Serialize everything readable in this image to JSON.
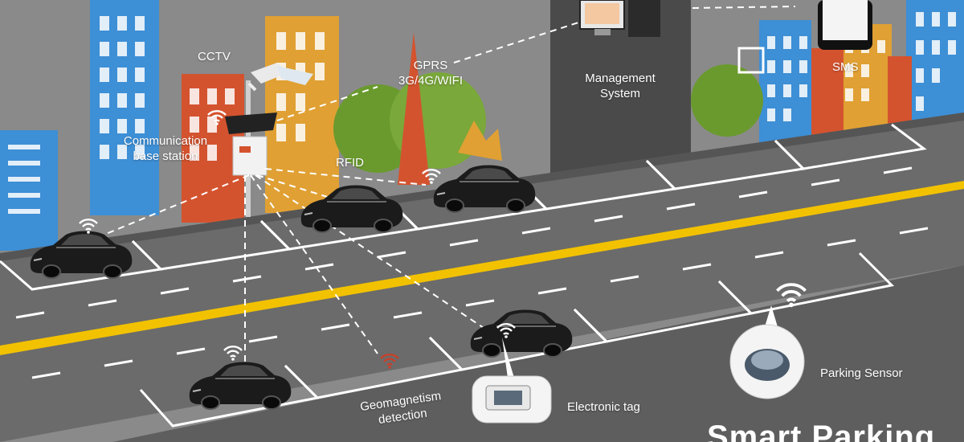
{
  "labels": {
    "cctv": "CCTV",
    "gprs_line1": "GPRS",
    "gprs_line2": "3G/4G/WIFI",
    "management_line1": "Management",
    "management_line2": "System",
    "sms": "SMS",
    "comm_line1": "Communication",
    "comm_line2": "base station",
    "rfid": "RFID",
    "geomagnetism_line1": "Geomagnetism",
    "geomagnetism_line2": "detection",
    "electronic_tag": "Electronic tag",
    "parking_sensor": "Parking Sensor"
  },
  "title": "Smart Parking",
  "colors": {
    "background": "#8a8a8a",
    "road": "#6b6b6b",
    "center_line": "#f2c200",
    "building_blue": "#3d8fd6",
    "building_red": "#d4532f",
    "building_orange": "#e0a033",
    "tree_green": "#6a9a2e",
    "car": "#1b1b1b"
  }
}
